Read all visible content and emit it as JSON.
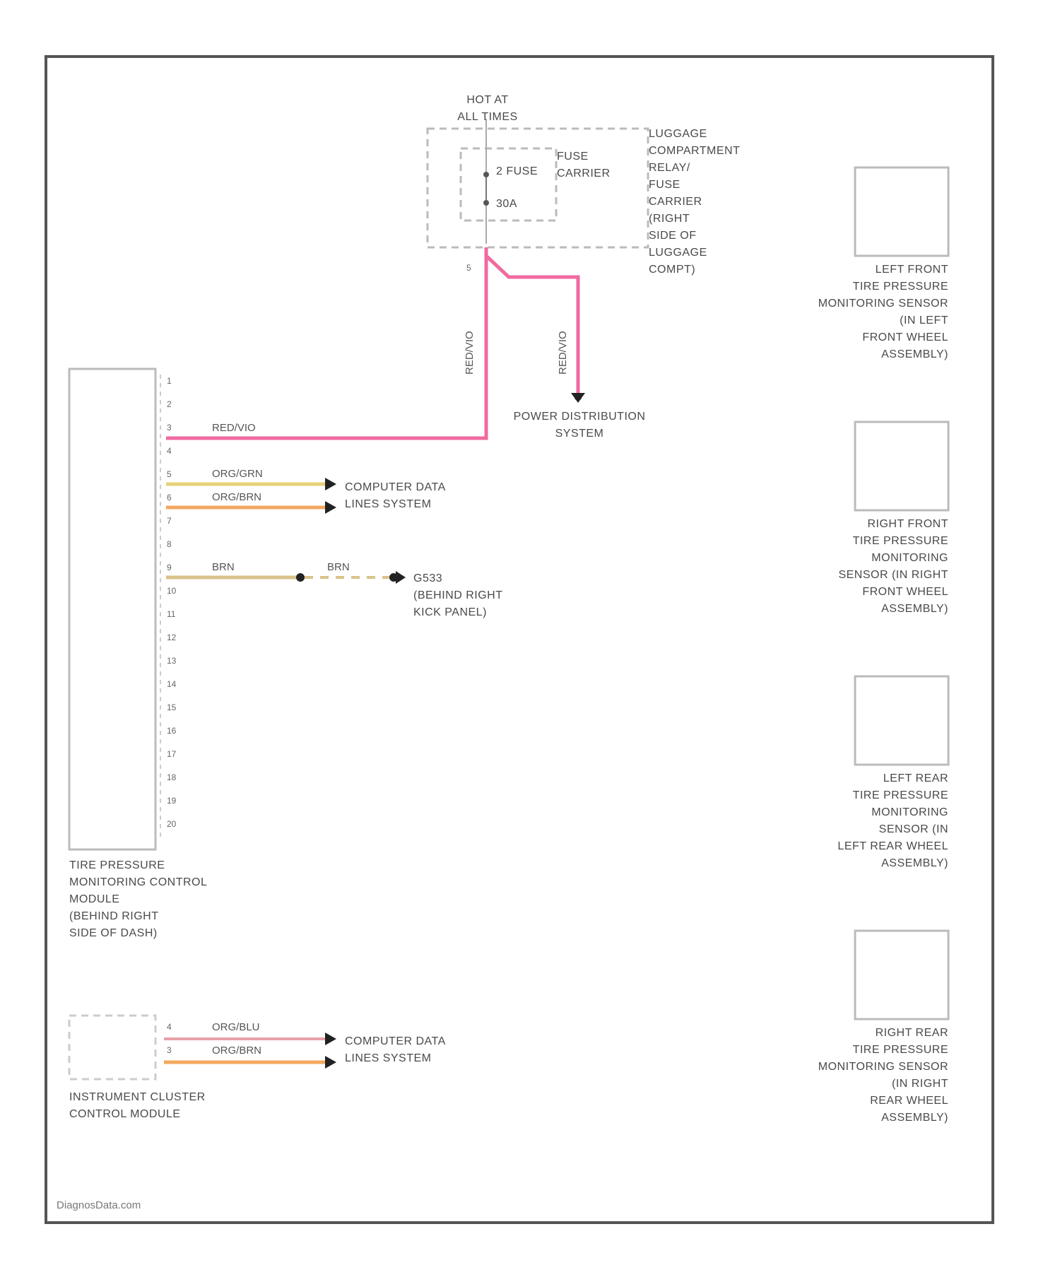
{
  "power": {
    "hot_label": "HOT AT\nALL TIMES",
    "fuse_name": "2 FUSE",
    "fuse_rating": "30A",
    "fuse_carrier_label": "FUSE\nCARRIER",
    "relay_carrier_label": "LUGGAGE\nCOMPARTMENT\nRELAY/\nFUSE\nCARRIER\n(RIGHT\nSIDE OF\nLUGGAGE\nCOMPT)",
    "pin_label": "5",
    "wire_left": "RED/VIO",
    "wire_right": "RED/VIO",
    "power_dist": "POWER DISTRIBUTION\nSYSTEM"
  },
  "tpms_module": {
    "label": "TIRE PRESSURE\nMONITORING CONTROL\nMODULE\n(BEHIND RIGHT\nSIDE OF DASH)",
    "pins": [
      "1",
      "2",
      "3",
      "4",
      "5",
      "6",
      "7",
      "8",
      "9",
      "10",
      "11",
      "12",
      "13",
      "14",
      "15",
      "16",
      "17",
      "18",
      "19",
      "20"
    ],
    "wire_pin3": "RED/VIO",
    "wire_pin5": "ORG/GRN",
    "wire_pin6": "ORG/BRN",
    "wire_pin10a": "BRN",
    "wire_pin10b": "BRN",
    "data_lines": "COMPUTER DATA\nLINES SYSTEM",
    "ground": "G533\n(BEHIND RIGHT\nKICK PANEL)"
  },
  "cluster": {
    "label": "INSTRUMENT CLUSTER\nCONTROL MODULE",
    "pins": [
      "4",
      "3"
    ],
    "wire_a": "ORG/BLU",
    "wire_b": "ORG/BRN",
    "data_lines": "COMPUTER DATA\nLINES SYSTEM"
  },
  "sensors": [
    {
      "label": "LEFT FRONT\nTIRE PRESSURE\nMONITORING SENSOR\n(IN LEFT\nFRONT WHEEL\nASSEMBLY)"
    },
    {
      "label": "RIGHT FRONT\nTIRE PRESSURE\nMONITORING\nSENSOR (IN RIGHT\nFRONT WHEEL\nASSEMBLY)"
    },
    {
      "label": "LEFT REAR\nTIRE PRESSURE\nMONITORING\nSENSOR (IN\nLEFT REAR WHEEL\nASSEMBLY)"
    },
    {
      "label": "RIGHT REAR\nTIRE PRESSURE\nMONITORING SENSOR\n(IN RIGHT\nREAR WHEEL\nASSEMBLY)"
    }
  ],
  "watermark": "DiagnosData.com",
  "colors": {
    "red_vio": "#f06aa0",
    "org_grn": "#e8d27a",
    "org_brn": "#f3a860",
    "org_blu": "#e8a0a8",
    "brn": "#d9c38a",
    "frame": "#555555",
    "box": "#bbbbbb"
  }
}
